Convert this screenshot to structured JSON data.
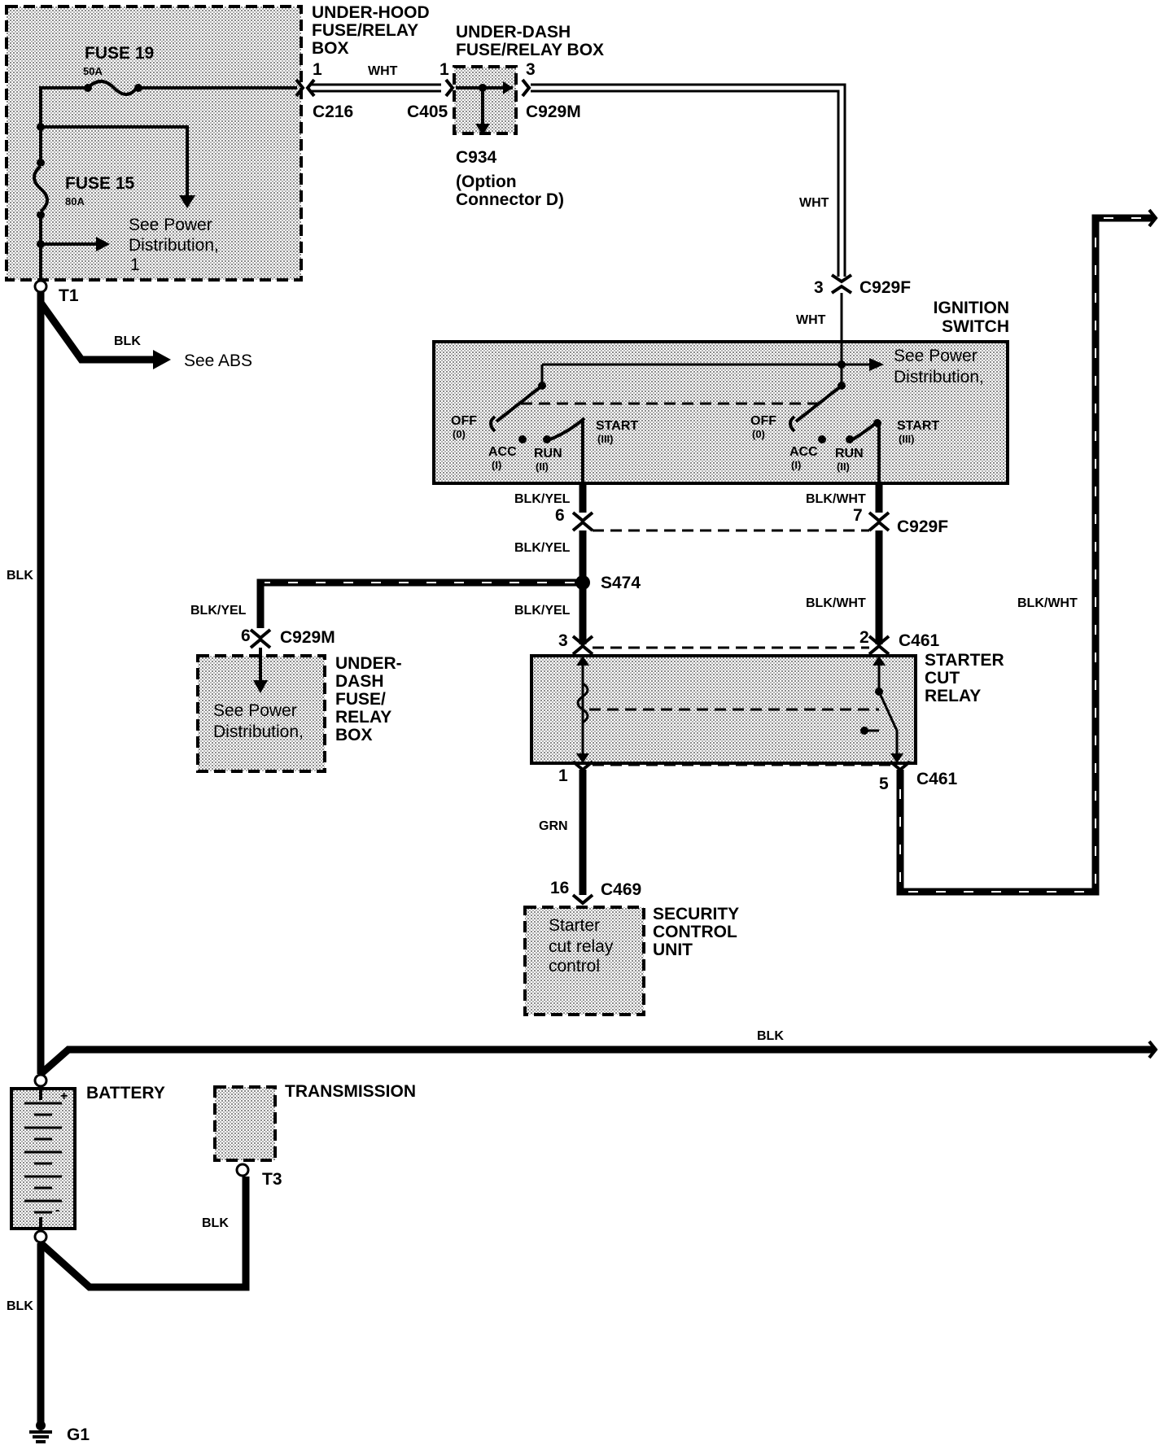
{
  "boxes": {
    "underhood": {
      "title_lines": [
        "UNDER-HOOD",
        "FUSE/RELAY",
        "BOX"
      ]
    },
    "underdash_top": {
      "title_lines": [
        "UNDER-DASH",
        "FUSE/RELAY BOX"
      ]
    },
    "ignition": {
      "title_lines": [
        "IGNITION",
        "SWITCH"
      ]
    },
    "underdash_left": {
      "title_lines": [
        "UNDER-",
        "DASH",
        "FUSE/",
        "RELAY",
        "BOX"
      ]
    },
    "starter_cut": {
      "title_lines": [
        "STARTER",
        "CUT",
        "RELAY"
      ]
    },
    "security": {
      "title_lines": [
        "SECURITY",
        "CONTROL",
        "UNIT"
      ]
    },
    "battery": {
      "title": "BATTERY"
    },
    "transmission": {
      "title": "TRANSMISSION"
    }
  },
  "fuses": {
    "fuse19": {
      "label": "FUSE  19",
      "rating": "50A"
    },
    "fuse15": {
      "label": "FUSE  15",
      "rating": "80A"
    }
  },
  "notes": {
    "see_power_1": [
      "See Power",
      "Distribution,",
      "1"
    ],
    "see_power_ign": [
      "See Power",
      "Distribution,"
    ],
    "see_power_left": [
      "See Power",
      "Distribution,"
    ],
    "see_abs": "See ABS",
    "option_connector": [
      "(Option",
      "Connector D)"
    ],
    "security_body": [
      "Starter",
      "cut relay",
      "control"
    ]
  },
  "connectors": {
    "c216": "C216",
    "c405": "C405",
    "c929m_top": "C929M",
    "c934": "C934",
    "c929f_top": "C929F",
    "c929f_mid": "C929F",
    "c929m_left": "C929M",
    "s474": "S474",
    "c461_top": "C461",
    "c461_bottom": "C461",
    "c469": "C469",
    "t1": "T1",
    "t3": "T3",
    "g1": "G1"
  },
  "pins": {
    "p1_c216": "1",
    "p1_c405": "1",
    "p3_c929m": "3",
    "p3_c929f": "3",
    "p6_c929f": "6",
    "p7_c929f": "7",
    "p6_c929m": "6",
    "p3_c461": "3",
    "p2_c461": "2",
    "p1_c461": "1",
    "p5_c461": "5",
    "p16_c469": "16"
  },
  "wires": {
    "wht_a": "WHT",
    "wht_b": "WHT",
    "wht_c": "WHT",
    "blk_abs": "BLK",
    "blk_left": "BLK",
    "blk_yel_a": "BLK/YEL",
    "blk_yel_b": "BLK/YEL",
    "blk_yel_c": "BLK/YEL",
    "blk_yel_d": "BLK/YEL",
    "blk_wht_a": "BLK/WHT",
    "blk_wht_b": "BLK/WHT",
    "blk_wht_c": "BLK/WHT",
    "grn": "GRN",
    "blk_right": "BLK",
    "blk_trans": "BLK",
    "blk_ground": "BLK"
  },
  "switch_positions": {
    "off": "OFF",
    "off_code": "(0)",
    "acc": "ACC",
    "acc_code": "(I)",
    "run": "RUN",
    "run_code": "(II)",
    "start": "START",
    "start_code": "(III)"
  },
  "battery_signs": {
    "plus": "+",
    "minus": "-"
  }
}
